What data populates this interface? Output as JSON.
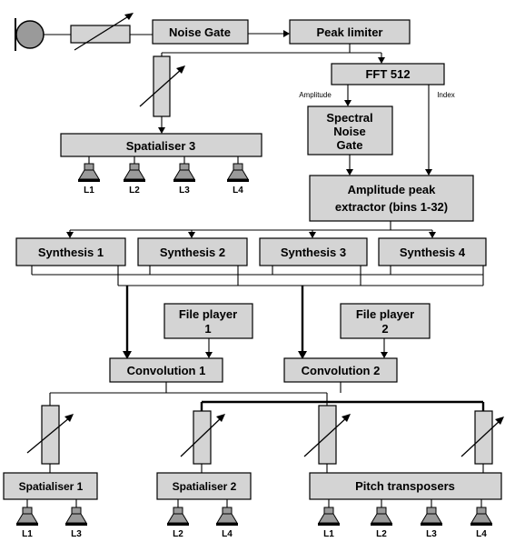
{
  "blocks": {
    "noise_gate": "Noise Gate",
    "peak_limiter": "Peak limiter",
    "fft": "FFT 512",
    "spectral_gate": [
      "Spectral",
      "Noise",
      "Gate"
    ],
    "spatialiser_3": "Spatialiser 3",
    "amp_peak": [
      "Amplitude peak",
      "extractor (bins 1-32)"
    ],
    "synthesis": [
      "Synthesis 1",
      "Synthesis 2",
      "Synthesis 3",
      "Synthesis 4"
    ],
    "file_player_1": [
      "File player",
      "1"
    ],
    "file_player_2": [
      "File player",
      "2"
    ],
    "convolution_1": "Convolution 1",
    "convolution_2": "Convolution 2",
    "spatialiser_1": "Spatialiser 1",
    "spatialiser_2": "Spatialiser 2",
    "pitch_transposers": "Pitch transposers"
  },
  "port_labels": {
    "amplitude": "Amplitude",
    "index": "Index"
  },
  "speakers": {
    "spatialiser_3": [
      "L1",
      "L2",
      "L3",
      "L4"
    ],
    "spatialiser_1": [
      "L1",
      "L3"
    ],
    "spatialiser_2": [
      "L2",
      "L4"
    ],
    "pitch_transposers": [
      "L1",
      "L2",
      "L3",
      "L4"
    ]
  }
}
